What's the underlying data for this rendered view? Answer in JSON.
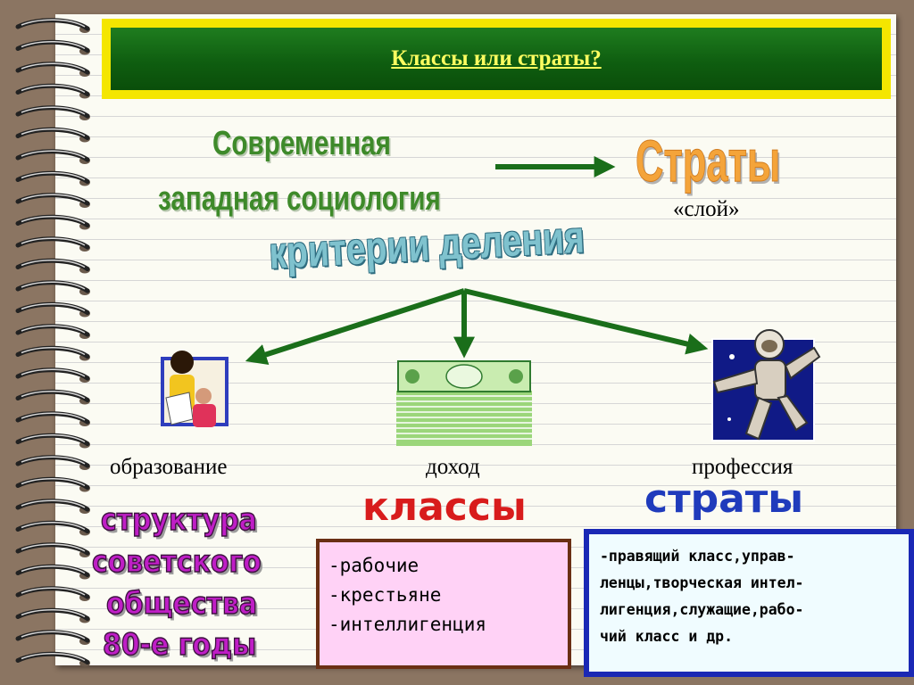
{
  "title": "Классы или страты?",
  "sociology": {
    "line1": "Современная",
    "line2": "западная социология"
  },
  "strata_heading": "Страты",
  "sloy": "«слой»",
  "criteria_heading": "критерии деления",
  "criteria": [
    {
      "label": "образование",
      "icon": "teacher-student-icon"
    },
    {
      "label": "доход",
      "icon": "money-stack-icon"
    },
    {
      "label": "профессия",
      "icon": "astronaut-icon"
    }
  ],
  "classes_heading": "классы",
  "strata_heading2": "страты",
  "soviet_structure": [
    "структура",
    "советского",
    "общества",
    "80-е годы"
  ],
  "classes_list": [
    "-рабочие",
    "-крестьяне",
    "-интеллигенция"
  ],
  "strata_list_lines": [
    "-правящий класс,управ-",
    "ленцы,творческая интел-",
    "лигенция,служащие,рабо-",
    "чий класс и др."
  ],
  "colors": {
    "title_bar_bg": "#0f5e10",
    "title_text": "#ffff60",
    "arrow": "#1a6e1a",
    "classes_text": "#d81c1c",
    "strata_text": "#1f3bbc",
    "soviet_text": "#bf1ec6"
  }
}
